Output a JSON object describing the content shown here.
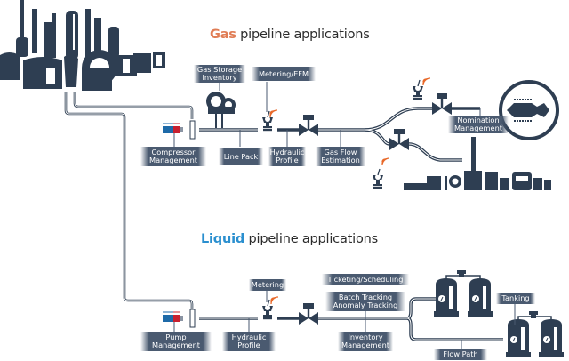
{
  "colors": {
    "ink": "#2e3e52",
    "label_bg": "#4a5a70",
    "gas_accent": "#e07d55",
    "liquid_accent": "#2a8fcf",
    "signal": "#e8692a",
    "pump_blue": "#1e6aa8",
    "pump_red": "#c8202f"
  },
  "gas": {
    "title_accent": "Gas",
    "title_rest": "pipeline applications",
    "labels": {
      "gas_storage": [
        "Gas Storage",
        "Inventory"
      ],
      "metering_efm": [
        "Metering/EFM"
      ],
      "compressor": [
        "Compressor",
        "Management"
      ],
      "line_pack": [
        "Line Pack"
      ],
      "hydraulic": [
        "Hydraulic",
        "Profile"
      ],
      "gas_flow": [
        "Gas Flow",
        "Estimation"
      ],
      "nomination": [
        "Nomination",
        "Management"
      ]
    }
  },
  "liquid": {
    "title_accent": "Liquid",
    "title_rest": "pipeline applications",
    "labels": {
      "metering": [
        "Metering"
      ],
      "ticketing": [
        "Ticketing/Scheduling"
      ],
      "batch": [
        "Batch Tracking",
        "Anomaly Tracking"
      ],
      "pump": [
        "Pump",
        "Management"
      ],
      "hydraulic": [
        "Hydraulic",
        "Profile"
      ],
      "inventory": [
        "Inventory",
        "Management"
      ],
      "flow_path": [
        "Flow Path"
      ],
      "tanking": [
        "Tanking"
      ]
    }
  },
  "icons": {
    "refinery": "refinery-icon",
    "storage_sphere": "gas-storage-sphere-icon",
    "meter": "flow-meter-icon",
    "valve": "valve-icon",
    "turbine": "gas-turbine-icon",
    "plant": "industrial-plant-icon",
    "tank": "storage-tank-icon",
    "wireless": "wireless-signal-icon",
    "pump": "pump-icon"
  }
}
